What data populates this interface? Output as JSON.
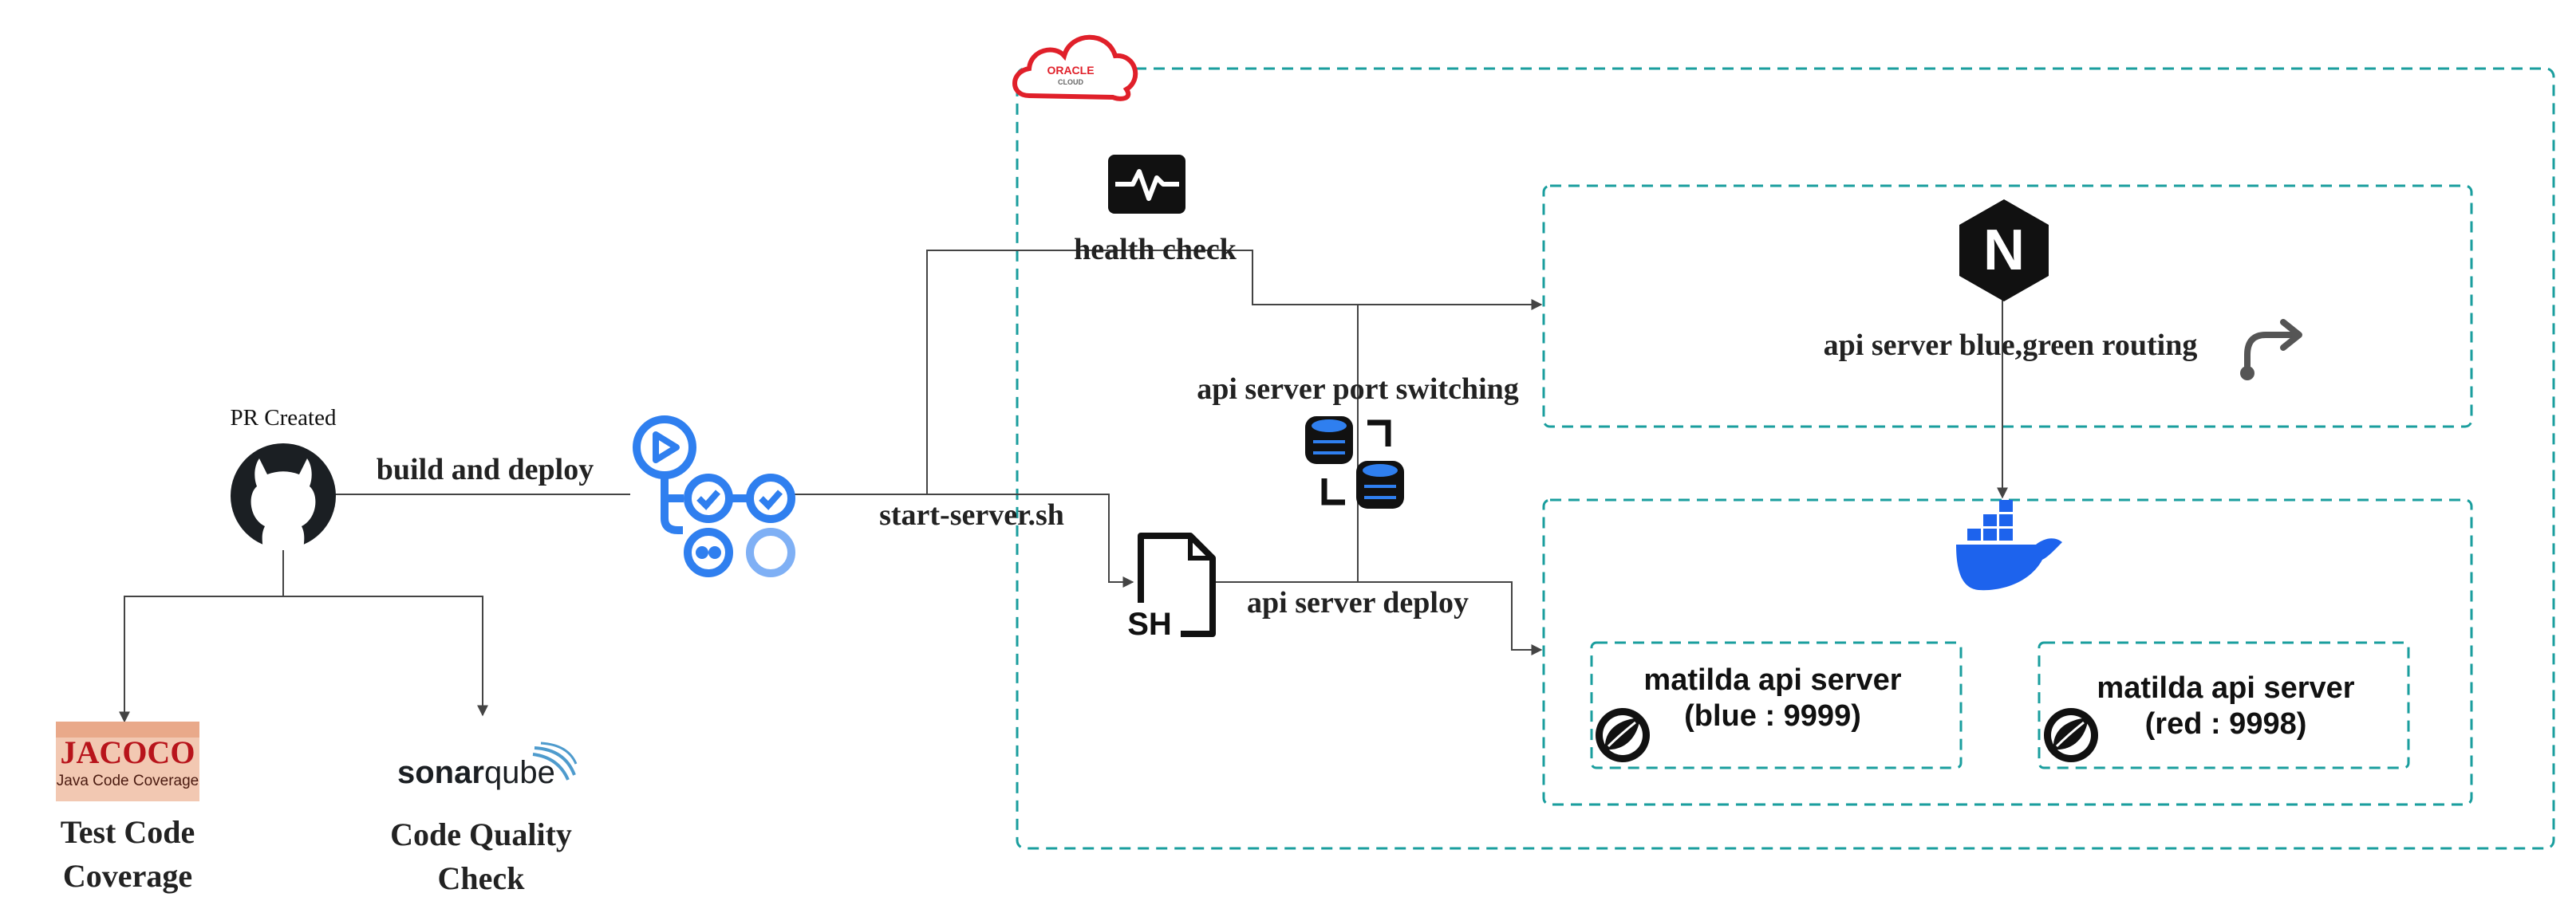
{
  "labels": {
    "pr_created": "PR Created",
    "build_and_deploy": "build and deploy",
    "start_server": "start-server.sh",
    "health_check": "health check",
    "port_switching": "api server port switching",
    "api_deploy": "api server deploy",
    "routing": "api server blue,green routing",
    "test_coverage_line1": "Test Code",
    "test_coverage_line2": "Coverage",
    "quality_line1": "Code Quality",
    "quality_line2": "Check"
  },
  "servers": [
    {
      "name": "matilda api server",
      "port": "(blue : 9999)"
    },
    {
      "name": "matilda api server",
      "port": "(red : 9998)"
    }
  ],
  "logos": {
    "jacoco_title": "JACOCO",
    "jacoco_sub": "Java Code Coverage",
    "sonar_a": "sonar",
    "sonar_b": "qube",
    "oracle_a": "ORACLE",
    "oracle_b": "CLOUD",
    "sh_text": "SH",
    "nginx_letter": "N"
  },
  "colors": {
    "teal_boundary": "#1a9e9e",
    "actions_blue": "#2f7fef",
    "docker_blue": "#1d63ed",
    "oracle_red": "#e0202a",
    "jacoco_red": "#b8141b"
  },
  "icons": [
    "github-icon",
    "github-actions-icon",
    "health-monitor-icon",
    "database-switch-icon",
    "shell-script-icon",
    "nginx-icon",
    "route-icon",
    "docker-icon",
    "spring-icon",
    "jacoco-logo",
    "sonarqube-logo",
    "oracle-cloud-icon"
  ]
}
